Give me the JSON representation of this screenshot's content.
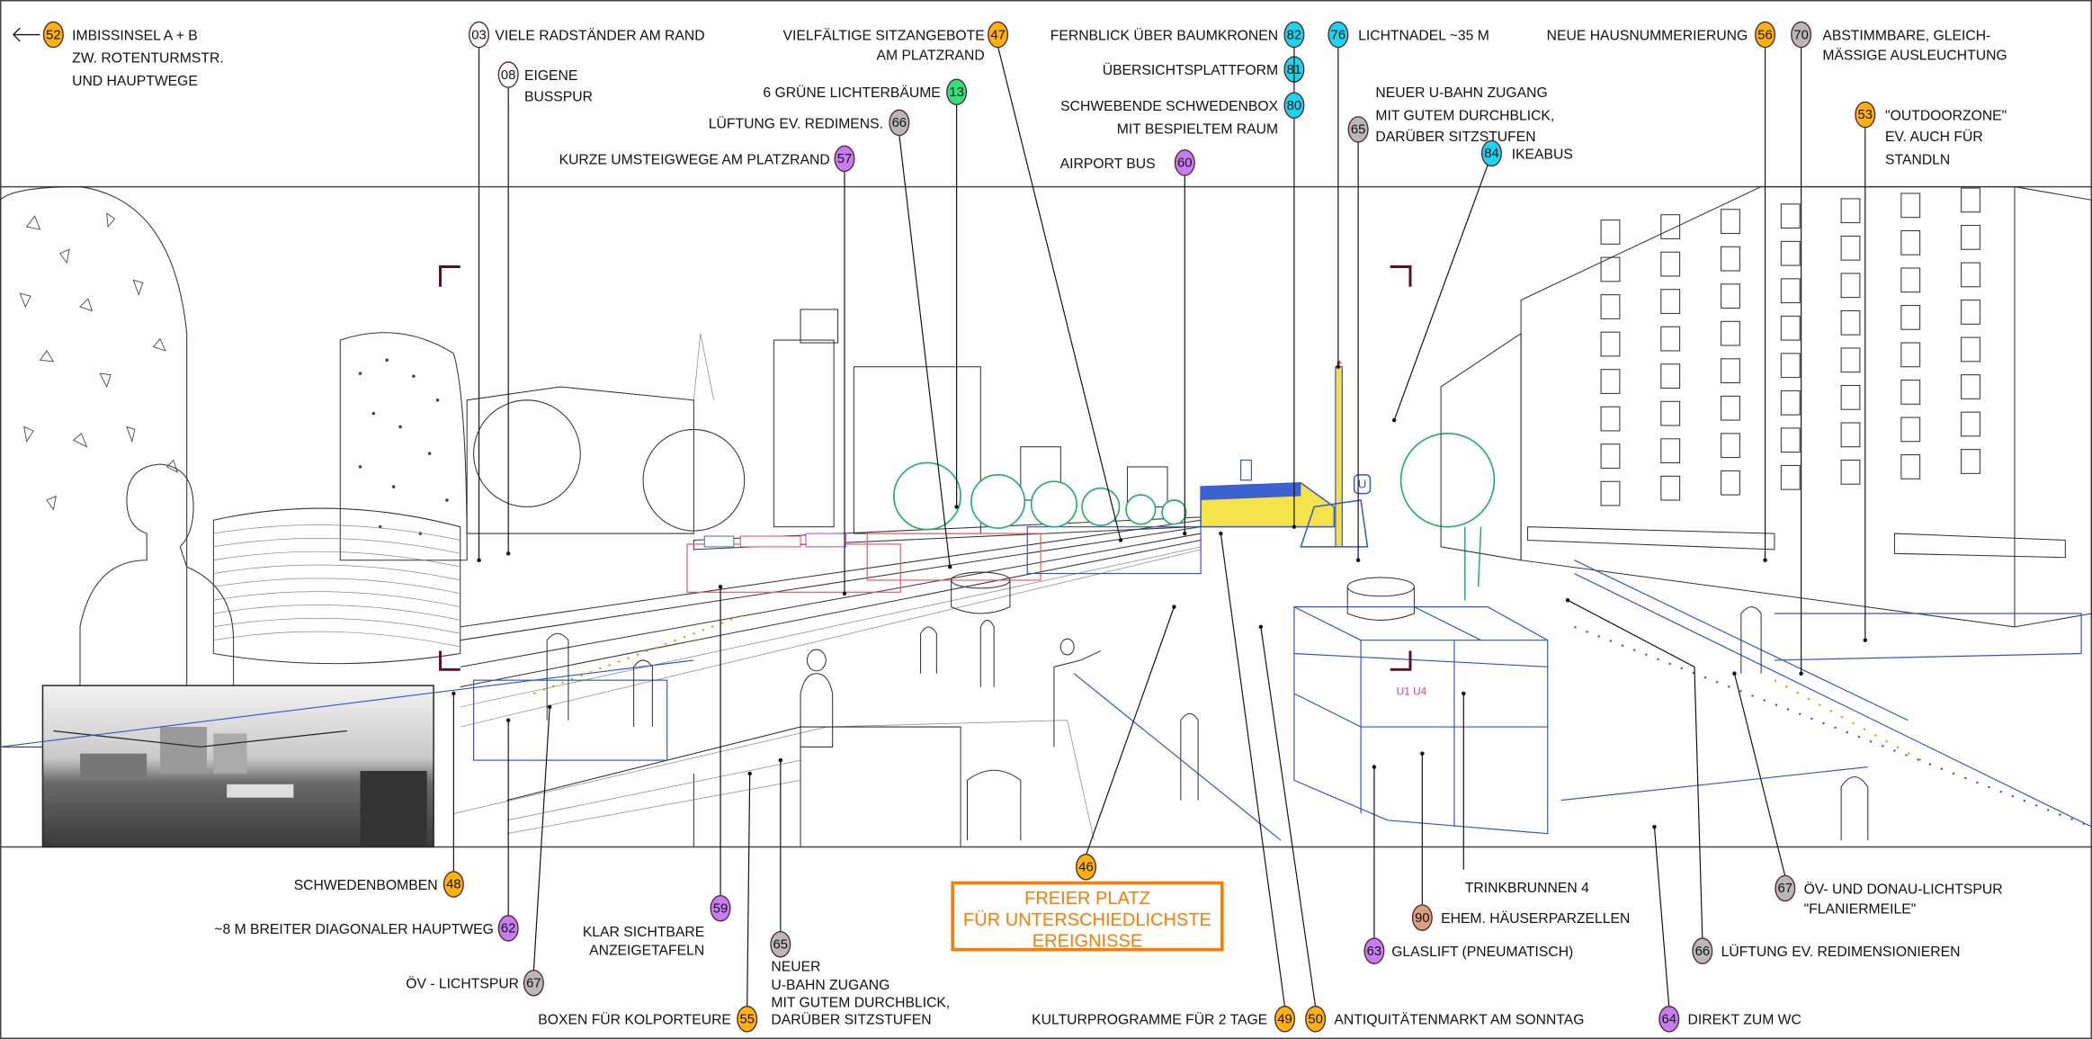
{
  "palette": {
    "orange": "#ffb20a",
    "purple": "#c77df2",
    "cyan": "#19d6f0",
    "green": "#2fe37c",
    "gray": "#b8b8b8",
    "tan": "#d9a07e",
    "white": "#ffffff",
    "highlight_box": "#ff7a00"
  },
  "top_callouts": [
    {
      "num": "52",
      "color": "orange",
      "lines": [
        "IMBISSINSEL  A + B",
        "ZW.  ROTENTURMSTR.",
        "UND  HAUPTWEGE"
      ]
    },
    {
      "num": "03",
      "color": "white",
      "lines": [
        "VIELE RADSTÄNDER AM RAND"
      ]
    },
    {
      "num": "08",
      "color": "white",
      "lines": [
        "EIGENE",
        "BUSSPUR"
      ]
    },
    {
      "num": "47",
      "color": "orange",
      "lines": [
        "VIELFÄLTIGE  SITZANGEBOTE",
        "AM  PLATZRAND"
      ]
    },
    {
      "num": "13",
      "color": "green",
      "lines": [
        "6  GRÜNE  LICHTERBÄUME"
      ]
    },
    {
      "num": "66",
      "color": "gray",
      "lines": [
        "LÜFTUNG  EV.  REDIMENS."
      ]
    },
    {
      "num": "57",
      "color": "purple",
      "lines": [
        "KURZE UMSTEIGWEGE AM PLATZRAND"
      ]
    },
    {
      "num": "82",
      "color": "cyan",
      "lines": [
        "FERNBLICK  ÜBER  BAUMKRONEN"
      ]
    },
    {
      "num": "81",
      "color": "cyan",
      "lines": [
        "ÜBERSICHTSPLATTFORM"
      ]
    },
    {
      "num": "80",
      "color": "cyan",
      "lines": [
        "SCHWEBENDE  SCHWEDENBOX",
        "MIT  BESPIELTEM  RAUM"
      ]
    },
    {
      "num": "60",
      "color": "purple",
      "lines": [
        "AIRPORT  BUS"
      ]
    },
    {
      "num": "76",
      "color": "cyan",
      "lines": [
        "LICHTNADEL ~35 M"
      ]
    },
    {
      "num": "65",
      "color": "gray",
      "lines": [
        "NEUER  U-BAHN  ZUGANG",
        "MIT  GUTEM  DURCHBLICK,",
        "DARÜBER  SITZSTUFEN"
      ]
    },
    {
      "num": "84",
      "color": "cyan",
      "lines": [
        "IKEABUS"
      ]
    },
    {
      "num": "56",
      "color": "orange",
      "lines": [
        "NEUE  HAUSNUMMERIERUNG"
      ]
    },
    {
      "num": "70",
      "color": "gray",
      "lines": [
        "ABSTIMMBARE,  GLEICH-",
        "MÄSSIGE  AUSLEUCHTUNG"
      ]
    },
    {
      "num": "53",
      "color": "orange",
      "lines": [
        "\"OUTDOORZONE\"",
        "EV.  AUCH  FÜR",
        "STANDLN"
      ]
    }
  ],
  "bottom_callouts": [
    {
      "num": "48",
      "color": "orange",
      "lines": [
        "SCHWEDENBOMBEN"
      ]
    },
    {
      "num": "62",
      "color": "purple",
      "lines": [
        "~8 M  BREITER  DIAGONALER  HAUPTWEG"
      ]
    },
    {
      "num": "67",
      "color": "gray",
      "lines": [
        "ÖV - LICHTSPUR"
      ]
    },
    {
      "num": "59",
      "color": "purple",
      "lines": [
        "KLAR  SICHTBARE",
        "ANZEIGETAFELN"
      ]
    },
    {
      "num": "55",
      "color": "orange",
      "lines": [
        "BOXEN  FÜR  KOLPORTEURE"
      ]
    },
    {
      "num": "65",
      "color": "gray",
      "lines": [
        "NEUER",
        "U-BAHN  ZUGANG",
        "MIT  GUTEM  DURCHBLICK,",
        "DARÜBER  SITZSTUFEN"
      ]
    },
    {
      "num": "46",
      "color": "orange",
      "lines": [
        "FREIER  PLATZ",
        "FÜR  UNTERSCHIEDLICHSTE",
        "EREIGNISSE"
      ]
    },
    {
      "num": "49",
      "color": "orange",
      "lines": [
        "KULTURPROGRAMME  FÜR  2  TAGE"
      ]
    },
    {
      "num": "50",
      "color": "orange",
      "lines": [
        "ANTIQUITÄTENMARKT  AM  SONNTAG"
      ]
    },
    {
      "num": "90",
      "color": "tan",
      "lines": [
        "EHEM.  HÄUSERPARZELLEN"
      ]
    },
    {
      "num": "63",
      "color": "purple",
      "lines": [
        "GLASLIFT (PNEUMATISCH)"
      ]
    },
    {
      "num": null,
      "color": null,
      "lines": [
        "TRINKBRUNNEN  4"
      ]
    },
    {
      "num": "64",
      "color": "purple",
      "lines": [
        "DIREKT  ZUM  WC"
      ]
    },
    {
      "num": "66",
      "color": "gray",
      "lines": [
        "LÜFTUNG  EV.  REDIMENSIONIEREN"
      ]
    },
    {
      "num": "67",
      "color": "gray",
      "lines": [
        "ÖV-  UND  DONAU-LICHTSPUR",
        "\"FLANIERMEILE\""
      ]
    }
  ],
  "scene": {
    "lift_sign": "U1 U4",
    "metro_sign": "U"
  }
}
